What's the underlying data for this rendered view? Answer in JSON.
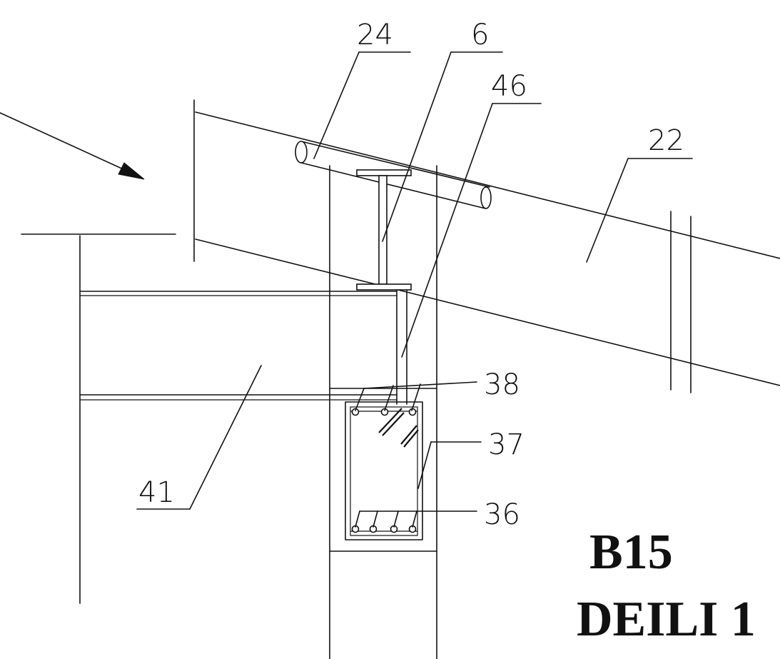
{
  "labels": {
    "l24": "24",
    "l6": "6",
    "l46": "46",
    "l22": "22",
    "l38": "38",
    "l37": "37",
    "l36": "36",
    "l41": "41"
  },
  "title": {
    "line1": "B15",
    "line2": "DEILI 1"
  }
}
